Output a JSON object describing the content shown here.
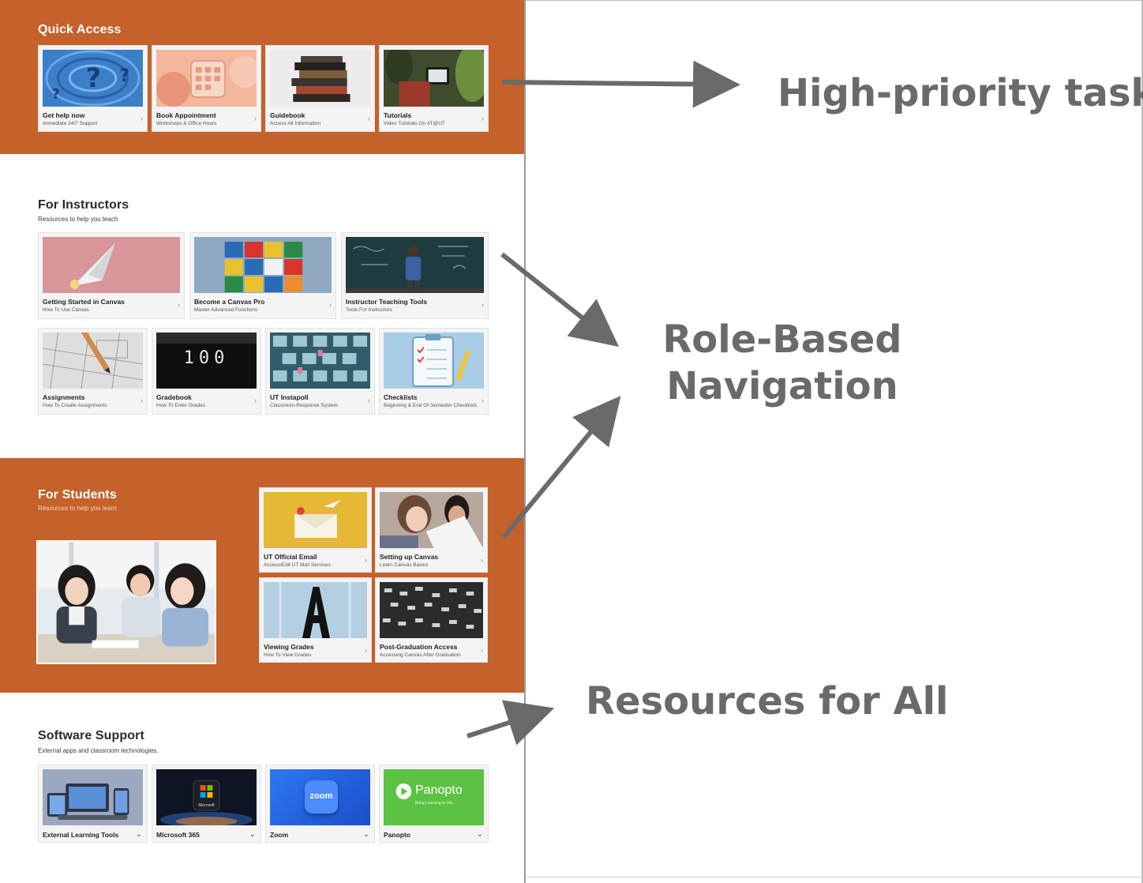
{
  "quick_access": {
    "title": "Quick Access",
    "cards": [
      {
        "title": "Get help now",
        "subtitle": "Immediate 24/7 Support"
      },
      {
        "title": "Book Appointment",
        "subtitle": "Workshops & Office Hours"
      },
      {
        "title": "Guidebook",
        "subtitle": "Access All Information"
      },
      {
        "title": "Tutorials",
        "subtitle": "Video Tutorials On AT@UT"
      }
    ]
  },
  "instructors": {
    "title": "For Instructors",
    "subtitle": "Resources to help you teach",
    "cards": [
      {
        "title": "Getting Started in Canvas",
        "subtitle": "How To Use Canvas"
      },
      {
        "title": "Become a Canvas Pro",
        "subtitle": "Master Advanced Functions"
      },
      {
        "title": "Instructor Teaching Tools",
        "subtitle": "Tools For Instructors"
      },
      {
        "title": "Assignments",
        "subtitle": "How To Create Assignments"
      },
      {
        "title": "Gradebook",
        "subtitle": "How To Enter Grades"
      },
      {
        "title": "UT Instapoll",
        "subtitle": "Classroom-Response System"
      },
      {
        "title": "Checklists",
        "subtitle": "Beginning & End Of Semester Checklists"
      }
    ],
    "gradebook_display": "100"
  },
  "students": {
    "title": "For Students",
    "subtitle": "Resources to help you learn",
    "cards": [
      {
        "title": "UT Official Email",
        "subtitle": "Access/Edit UT Mail Services"
      },
      {
        "title": "Setting up Canvas",
        "subtitle": "Learn Canvas Basics"
      },
      {
        "title": "Viewing Grades",
        "subtitle": "How To View Grades"
      },
      {
        "title": "Post-Graduation Access",
        "subtitle": "Accessing Canvas After Graduation"
      }
    ]
  },
  "software": {
    "title": "Software Support",
    "subtitle": "External apps and classroom technologies.",
    "cards": [
      {
        "title": "External Learning Tools"
      },
      {
        "title": "Microsoft 365",
        "logo_text": "Microsoft"
      },
      {
        "title": "Zoom",
        "logo_text": "zoom"
      },
      {
        "title": "Panopto",
        "logo_text": "Panopto",
        "tagline": "Bring Learning to Life"
      }
    ]
  },
  "annotations": {
    "high_priority": "High-priority tasks",
    "role_based_line1": "Role-Based",
    "role_based_line2": "Navigation",
    "resources": "Resources for All"
  },
  "icons": {
    "card_arrow": "chevron-right-icon",
    "dropdown": "chevron-down-icon"
  },
  "colors": {
    "burnt_orange": "#c5612a",
    "annotation_gray": "#6a6a6a"
  }
}
